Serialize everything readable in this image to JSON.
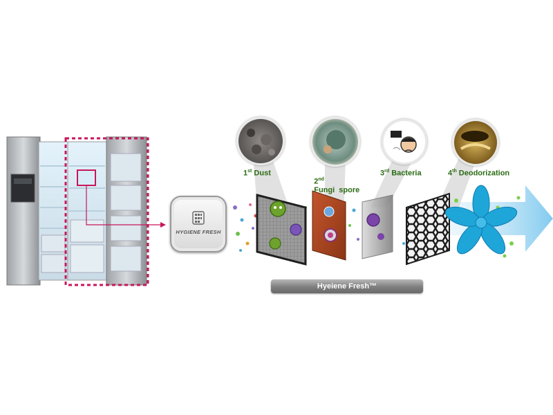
{
  "badge": {
    "text": "HYGIENE FRESH",
    "icon": "filter-grid-icon"
  },
  "stages": [
    {
      "ordinal": "1",
      "suffix": "st",
      "name": "Dust",
      "icon": "dust-closeup-icon"
    },
    {
      "ordinal": "2",
      "suffix": "nd",
      "name": "Fungi  spore",
      "icon": "fungi-spore-closeup-icon"
    },
    {
      "ordinal": "3",
      "suffix": "rd",
      "name": "Bacteria",
      "icon": "bacteria-smell-icon"
    },
    {
      "ordinal": "4",
      "suffix": "th",
      "name": "Deodorization",
      "icon": "deodorization-closeup-icon"
    }
  ],
  "banner": {
    "label": "Hyeiene Fresh™"
  },
  "colors": {
    "highlight_dashes": "#c8165a",
    "stage_label": "#2a6b14",
    "fan": "#1fa6d9",
    "airflow_arrow": "#8fd0f0",
    "filter_frame": "#2a2a2a"
  }
}
